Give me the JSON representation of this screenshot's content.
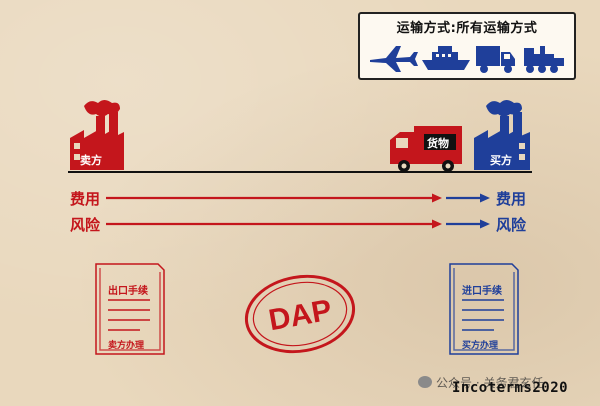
{
  "transport": {
    "title": "运输方式:所有运输方式",
    "icons": [
      "airplane-icon",
      "ship-icon",
      "truck-icon",
      "train-icon"
    ]
  },
  "seller": {
    "label": "卖方"
  },
  "buyer": {
    "label": "买方"
  },
  "truck": {
    "cargo_label": "货物"
  },
  "rows": {
    "cost": {
      "left": "费用",
      "right": "费用"
    },
    "risk": {
      "left": "风险",
      "right": "风险"
    }
  },
  "docs": {
    "export": {
      "title": "出口手续",
      "footer": "卖方办理"
    },
    "import": {
      "title": "进口手续",
      "footer": "买方办理"
    }
  },
  "stamp": {
    "text": "DAP"
  },
  "footer": {
    "wechat": "公众号 · 关务君玄任",
    "brand": "Incoterms2020"
  },
  "colors": {
    "red": "#c4161c",
    "blue": "#1f3f9a",
    "paper": "#e9d8bd"
  }
}
